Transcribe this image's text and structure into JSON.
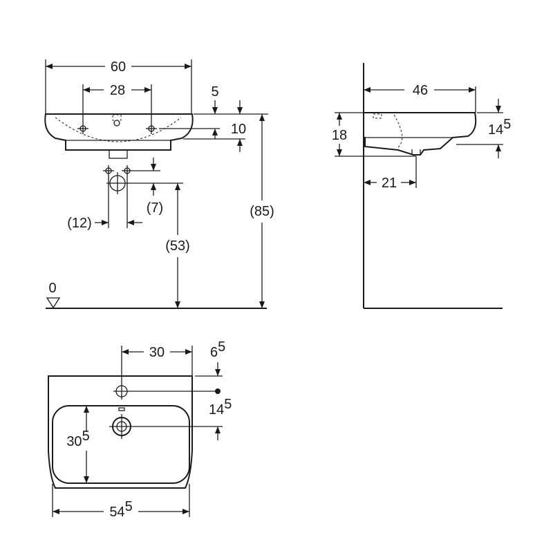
{
  "front_view": {
    "width_total": "60",
    "tap_hole_spacing": "28",
    "rim_offset": "5",
    "bowl_depth": "10",
    "waste_pipe_spacing": "(12)",
    "waste_offset": "(7)",
    "waste_height": "(53)",
    "rim_height": "(85)",
    "floor_level": "0"
  },
  "side_view": {
    "projection": "46",
    "height_back": "18",
    "waste_distance": "21",
    "front_height_main": "14",
    "front_height_sup": "5"
  },
  "top_view": {
    "tap_to_edge": "30",
    "tap_offset_main": "6",
    "tap_offset_sup": "5",
    "tap_to_bowl_main": "14",
    "tap_to_bowl_sup": "5",
    "bowl_length_main": "30",
    "bowl_length_sup": "5",
    "bowl_width_main": "54",
    "bowl_width_sup": "5"
  }
}
